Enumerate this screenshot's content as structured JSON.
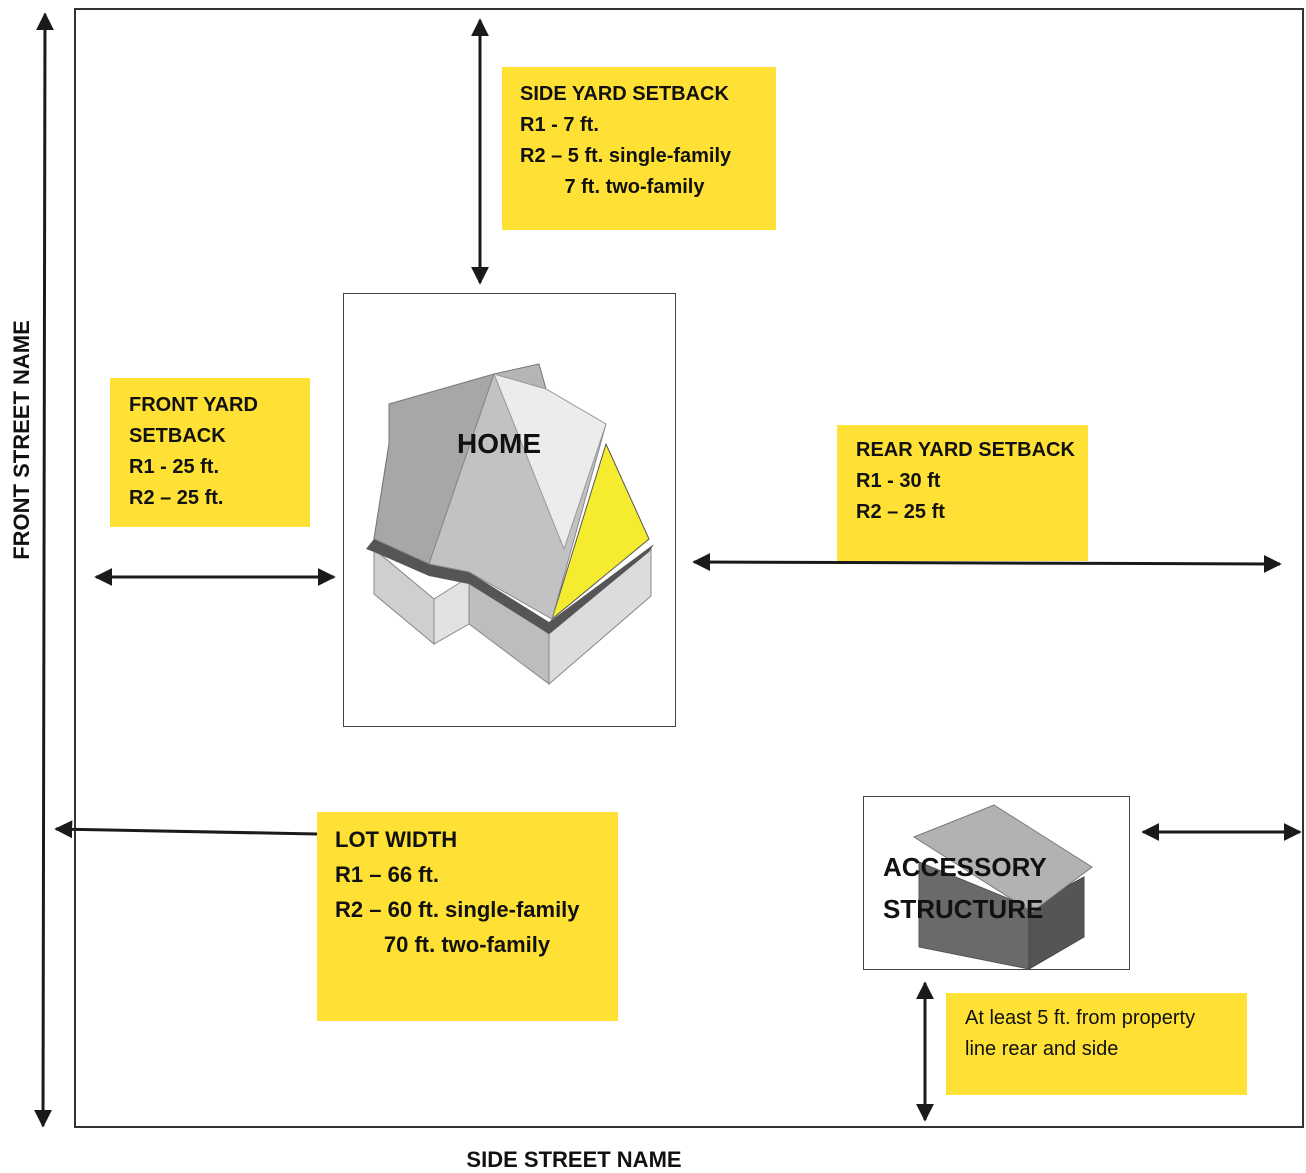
{
  "streets": {
    "front": "FRONT STREET NAME",
    "side": "SIDE STREET NAME"
  },
  "side_yard": {
    "title": "SIDE YARD SETBACK",
    "lines": [
      "R1 - 7 ft.",
      "R2 – 5 ft. single-family",
      "        7 ft. two-family"
    ]
  },
  "front_yard": {
    "title_line1": "FRONT YARD",
    "title_line2": "SETBACK",
    "lines": [
      "R1 - 25 ft.",
      "R2 – 25 ft."
    ]
  },
  "rear_yard": {
    "title": "REAR YARD SETBACK",
    "lines": [
      "R1 - 30 ft",
      "R2 – 25 ft"
    ]
  },
  "lot_width": {
    "title": "LOT WIDTH",
    "lines": [
      "R1 – 66 ft.",
      "R2 – 60 ft. single-family",
      "        70 ft. two-family"
    ]
  },
  "accessory_note": {
    "lines": [
      "At least 5 ft. from property",
      "line rear and side"
    ]
  },
  "buildings": {
    "home": "HOME",
    "accessory_line1": "ACCESSORY",
    "accessory_line2": "STRUCTURE"
  },
  "colors": {
    "note_yellow": "#ffe135",
    "arrow": "#1a1a1a",
    "roof_gray": "#a9a9a9"
  }
}
